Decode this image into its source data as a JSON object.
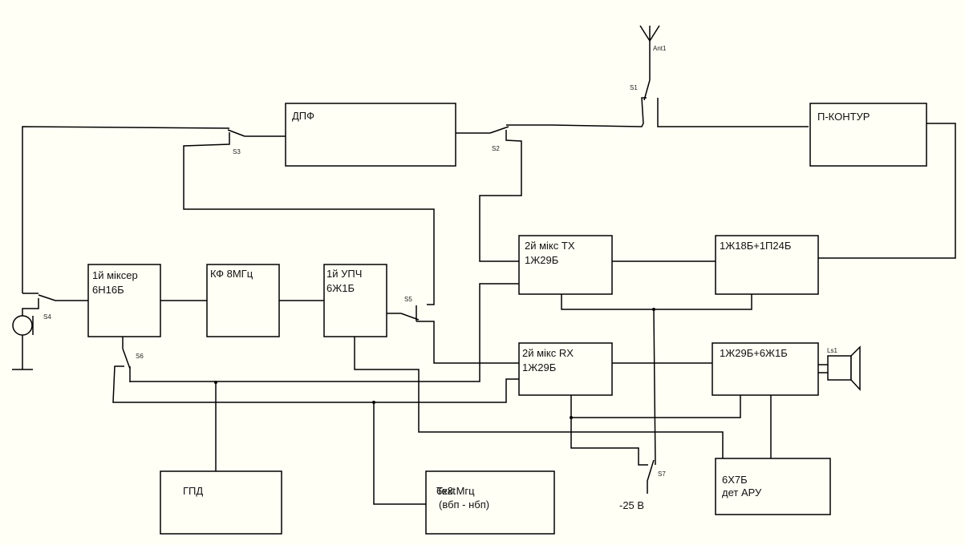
{
  "diagram": {
    "title": "",
    "colors": {
      "background": "#fffff5",
      "line": "#000000"
    },
    "blocks": {
      "dpf": {
        "line1": "ДПФ"
      },
      "p_kontur": {
        "line1": "П-КОНТУР"
      },
      "mix1": {
        "line1": "1й міксер",
        "line2": "6Н16Б"
      },
      "kf": {
        "line1": "КФ 8МГц"
      },
      "upch": {
        "line1": "1й УПЧ",
        "line2": "6Ж1Б"
      },
      "mix_tx": {
        "line1": "2й мікс ТХ",
        "line2": "1Ж29Б"
      },
      "pa": {
        "line1": "1Ж18Б+1П24Б"
      },
      "mix_rx": {
        "line1": "2й мікс RX",
        "line2": "1Ж29Б"
      },
      "af": {
        "line1": "1Ж29Б+6Ж1Б"
      },
      "gpd": {
        "line1": "ГПД"
      },
      "osc": {
        "line1a": "Text",
        "line1b": "6x8.Мгц",
        "line2": "(вбп - нбп)"
      },
      "agc": {
        "line1": "6Х7Б",
        "line2": "дет АРУ"
      }
    },
    "labels": {
      "s1": "S1",
      "s2": "S2",
      "s3": "S3",
      "s4": "S4",
      "s5": "S5",
      "s6": "S6",
      "s7": "S7",
      "ant": "Ant1",
      "ls": "Ls1",
      "supply": "-25 В"
    }
  }
}
